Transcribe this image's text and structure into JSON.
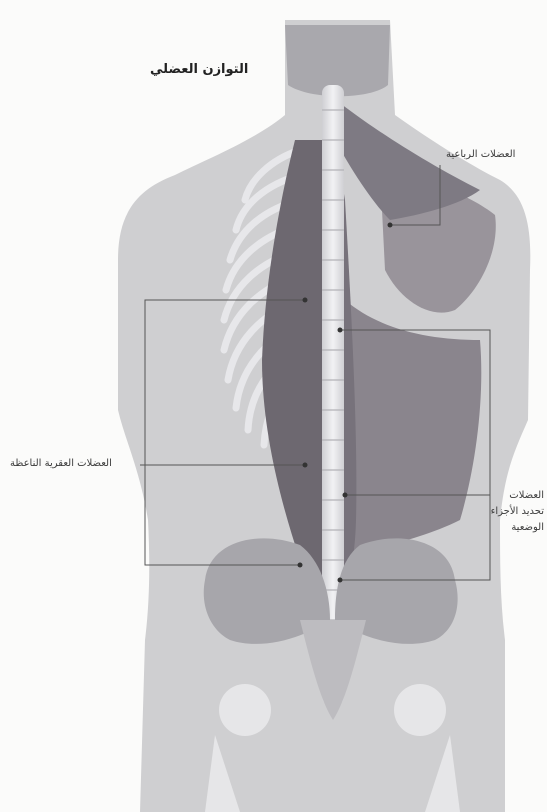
{
  "title": "التوازن العضلي",
  "labels": {
    "upper_right": "العضلات الرباعية",
    "left": "العضلات العقرية الناعظة",
    "lower_right": [
      "العضلات",
      "تحديد الأجزاء",
      "الوضعية"
    ]
  },
  "colors": {
    "background": "#fbfbfa",
    "body_silhouette": "#cfcfd1",
    "muscle_dark": "#6d6870",
    "muscle_mid": "#8f8a92",
    "bone": "#e4e4e6",
    "leader_line": "#555555"
  }
}
